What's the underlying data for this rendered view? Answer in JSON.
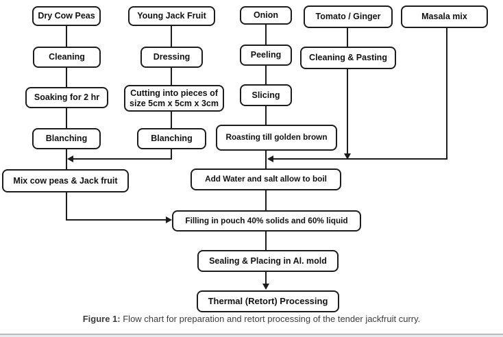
{
  "figure": {
    "caption_label": "Figure 1:",
    "caption_text": " Flow chart for preparation and retort processing of the tender jackfruit curry."
  },
  "nodes": {
    "dry_cow_peas": "Dry Cow Peas",
    "cleaning": "Cleaning",
    "soaking": "Soaking for 2 hr",
    "blanching_1": "Blanching",
    "young_jack_fruit": "Young Jack Fruit",
    "dressing": "Dressing",
    "cutting": "Cutting into pieces of size 5cm x 5cm x 3cm",
    "blanching_2": "Blanching",
    "onion": "Onion",
    "peeling": "Peeling",
    "slicing": "Slicing",
    "roasting": "Roasting till golden brown",
    "tomato_ginger": "Tomato / Ginger",
    "cleaning_pasting": "Cleaning & Pasting",
    "masala_mix": "Masala mix",
    "mix_cow_peas": "Mix cow peas  & Jack fruit",
    "add_water": "Add Water and salt allow to boil",
    "filling": "Filling in pouch 40% solids and 60% liquid",
    "sealing": "Sealing & Placing in Al. mold",
    "thermal": "Thermal (Retort) Processing"
  },
  "edges": [
    {
      "from": "Dry Cow Peas",
      "to": "Cleaning"
    },
    {
      "from": "Cleaning",
      "to": "Soaking for 2 hr"
    },
    {
      "from": "Soaking for 2 hr",
      "to": "Blanching"
    },
    {
      "from": "Blanching (cow peas)",
      "to": "Mix cow peas & Jack fruit"
    },
    {
      "from": "Young Jack Fruit",
      "to": "Dressing"
    },
    {
      "from": "Dressing",
      "to": "Cutting into pieces of size 5cm x 5cm x 3cm"
    },
    {
      "from": "Cutting into pieces of size 5cm x 5cm x 3cm",
      "to": "Blanching"
    },
    {
      "from": "Blanching (jack fruit)",
      "to": "Mix cow peas & Jack fruit"
    },
    {
      "from": "Onion",
      "to": "Peeling"
    },
    {
      "from": "Peeling",
      "to": "Slicing"
    },
    {
      "from": "Slicing",
      "to": "Roasting till golden brown"
    },
    {
      "from": "Roasting till golden brown",
      "to": "Add Water and salt allow to boil"
    },
    {
      "from": "Tomato / Ginger",
      "to": "Cleaning & Pasting"
    },
    {
      "from": "Cleaning & Pasting",
      "to": "Add Water and salt allow to boil"
    },
    {
      "from": "Masala mix",
      "to": "Add Water and salt allow to boil"
    },
    {
      "from": "Mix cow peas & Jack fruit",
      "to": "Filling in pouch 40% solids and 60% liquid"
    },
    {
      "from": "Add Water and salt allow to boil",
      "to": "Filling in pouch 40% solids and 60% liquid"
    },
    {
      "from": "Filling in pouch 40% solids and 60% liquid",
      "to": "Sealing & Placing in Al. mold"
    },
    {
      "from": "Sealing & Placing in Al. mold",
      "to": "Thermal (Retort) Processing"
    }
  ]
}
